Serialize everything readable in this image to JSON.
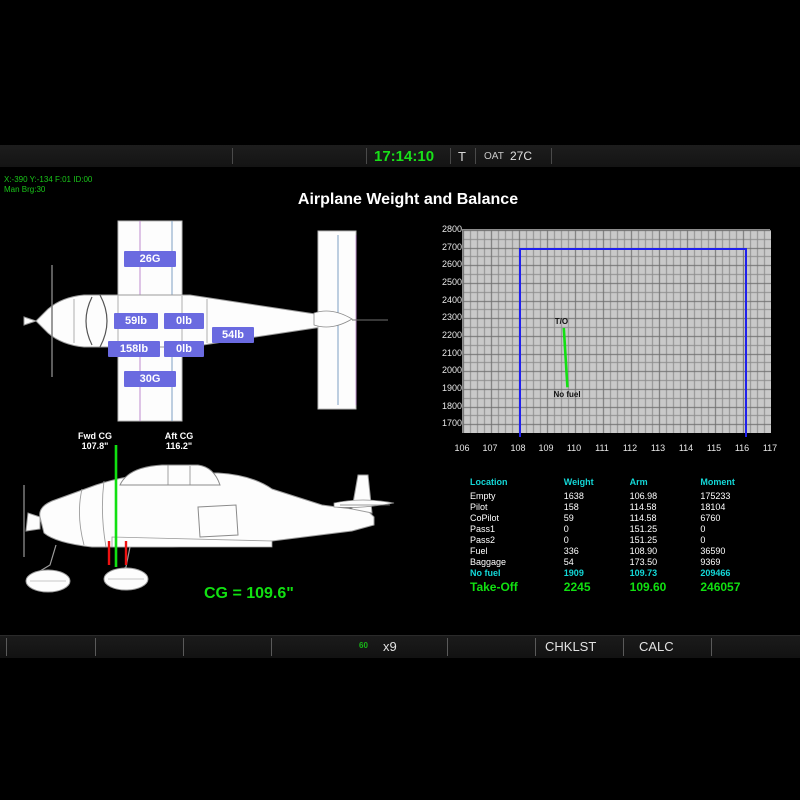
{
  "header": {
    "clock": "17:14:10",
    "timezone_flag": "T",
    "oat_label": "OAT",
    "oat_value": "27C"
  },
  "overlay_status": {
    "line1": "X:-390 Y:-134 F:01 ID:00",
    "line2": "Man Brg:30"
  },
  "page_title": "Airplane Weight and Balance",
  "aircraft_top_view": {
    "tags": [
      {
        "name": "left-fuel-tank",
        "label": "26G"
      },
      {
        "name": "pilot-seat",
        "label": "59lb"
      },
      {
        "name": "copilot-seat",
        "label": "0lb"
      },
      {
        "name": "pass1-seat",
        "label": "158lb"
      },
      {
        "name": "pass2-seat",
        "label": "0lb"
      },
      {
        "name": "baggage-area",
        "label": "54lb"
      },
      {
        "name": "right-fuel-tank",
        "label": "30G"
      }
    ]
  },
  "aircraft_side_view": {
    "fwd_cg_label": "Fwd CG",
    "fwd_cg_value": "107.8\"",
    "aft_cg_label": "Aft CG",
    "aft_cg_value": "116.2\"",
    "cg_result": "CG = 109.6\""
  },
  "chart_data": {
    "type": "line",
    "title": "",
    "xlabel": "",
    "ylabel": "",
    "xlim": [
      106,
      117
    ],
    "ylim": [
      1650,
      2800
    ],
    "xticks": [
      "106",
      "107",
      "108",
      "109",
      "110",
      "111",
      "112",
      "113",
      "114",
      "115",
      "116",
      "117"
    ],
    "yticks": [
      "2800",
      "2700",
      "2600",
      "2500",
      "2400",
      "2300",
      "2200",
      "2100",
      "2000",
      "1900",
      "1800",
      "1700"
    ],
    "grid": true,
    "envelope": {
      "name": "cg-envelope",
      "color": "#2020ee",
      "x_min": 108.0,
      "x_max": 116.0,
      "y_max": 2700
    },
    "series": [
      {
        "name": "loading-trend",
        "color": "#11e011",
        "points": [
          {
            "label": "T/O",
            "arm": 109.6,
            "weight": 2245
          },
          {
            "label": "No fuel",
            "arm": 109.73,
            "weight": 1909
          }
        ]
      }
    ],
    "annotations": [
      {
        "name": "takeoff-annotation",
        "text": "T/O"
      },
      {
        "name": "no-fuel-annotation",
        "text": "No fuel"
      }
    ]
  },
  "weight_table": {
    "headers": [
      "Location",
      "Weight",
      "Arm",
      "Moment"
    ],
    "rows": [
      {
        "location": "Empty",
        "weight": "1638",
        "arm": "106.98",
        "moment": "175233"
      },
      {
        "location": "Pilot",
        "weight": "158",
        "arm": "114.58",
        "moment": "18104"
      },
      {
        "location": "CoPilot",
        "weight": "59",
        "arm": "114.58",
        "moment": "6760"
      },
      {
        "location": "Pass1",
        "weight": "0",
        "arm": "151.25",
        "moment": "0"
      },
      {
        "location": "Pass2",
        "weight": "0",
        "arm": "151.25",
        "moment": "0"
      },
      {
        "location": "Fuel",
        "weight": "336",
        "arm": "108.90",
        "moment": "36590"
      },
      {
        "location": "Baggage",
        "weight": "54",
        "arm": "173.50",
        "moment": "9369"
      }
    ],
    "no_fuel_row": {
      "location": "No fuel",
      "weight": "1909",
      "arm": "109.73",
      "moment": "209466"
    },
    "takeoff_row": {
      "location": "Take-Off",
      "weight": "2245",
      "arm": "109.60",
      "moment": "246057"
    }
  },
  "bottom_bar": {
    "zoom_small": "60",
    "zoom_label": "x9",
    "checklist_label": "CHKLST",
    "calc_label": "CALC"
  }
}
